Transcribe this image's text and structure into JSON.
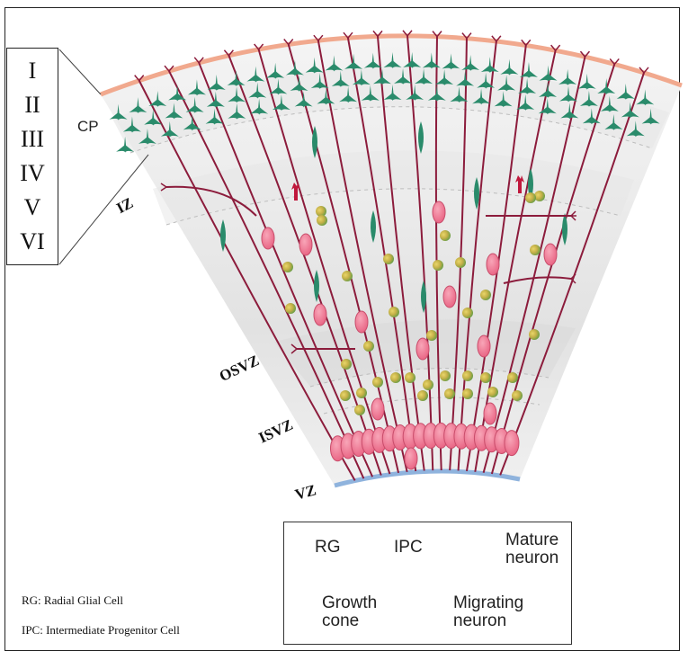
{
  "layers": [
    "I",
    "II",
    "III",
    "IV",
    "V",
    "VI"
  ],
  "zones": {
    "cp": "CP",
    "iz": "IZ",
    "osvz": "OSVZ",
    "isvz": "ISVZ",
    "vz": "VZ"
  },
  "legend": {
    "rg": "RG",
    "ipc": "IPC",
    "mature_line1": "Mature",
    "mature_line2": "neuron",
    "growth_line1": "Growth",
    "growth_line2": "cone",
    "migrating_line1": "Migrating",
    "migrating_line2": "neuron"
  },
  "footnotes": {
    "rg": "RG: Radial Glial Cell",
    "ipc": "IPC: Intermediate Progenitor Cell"
  },
  "colors": {
    "radial_fiber": "#8c1c3c",
    "rg_body": "#f07e9a",
    "ipc_green": "#6aa84f",
    "ipc_orange": "#f0a640",
    "mature_neuron": "#2a8b6b",
    "growth_cone": "#c0183c",
    "pia": "#f3b8a0",
    "ventricle": "#8fb3dd"
  }
}
